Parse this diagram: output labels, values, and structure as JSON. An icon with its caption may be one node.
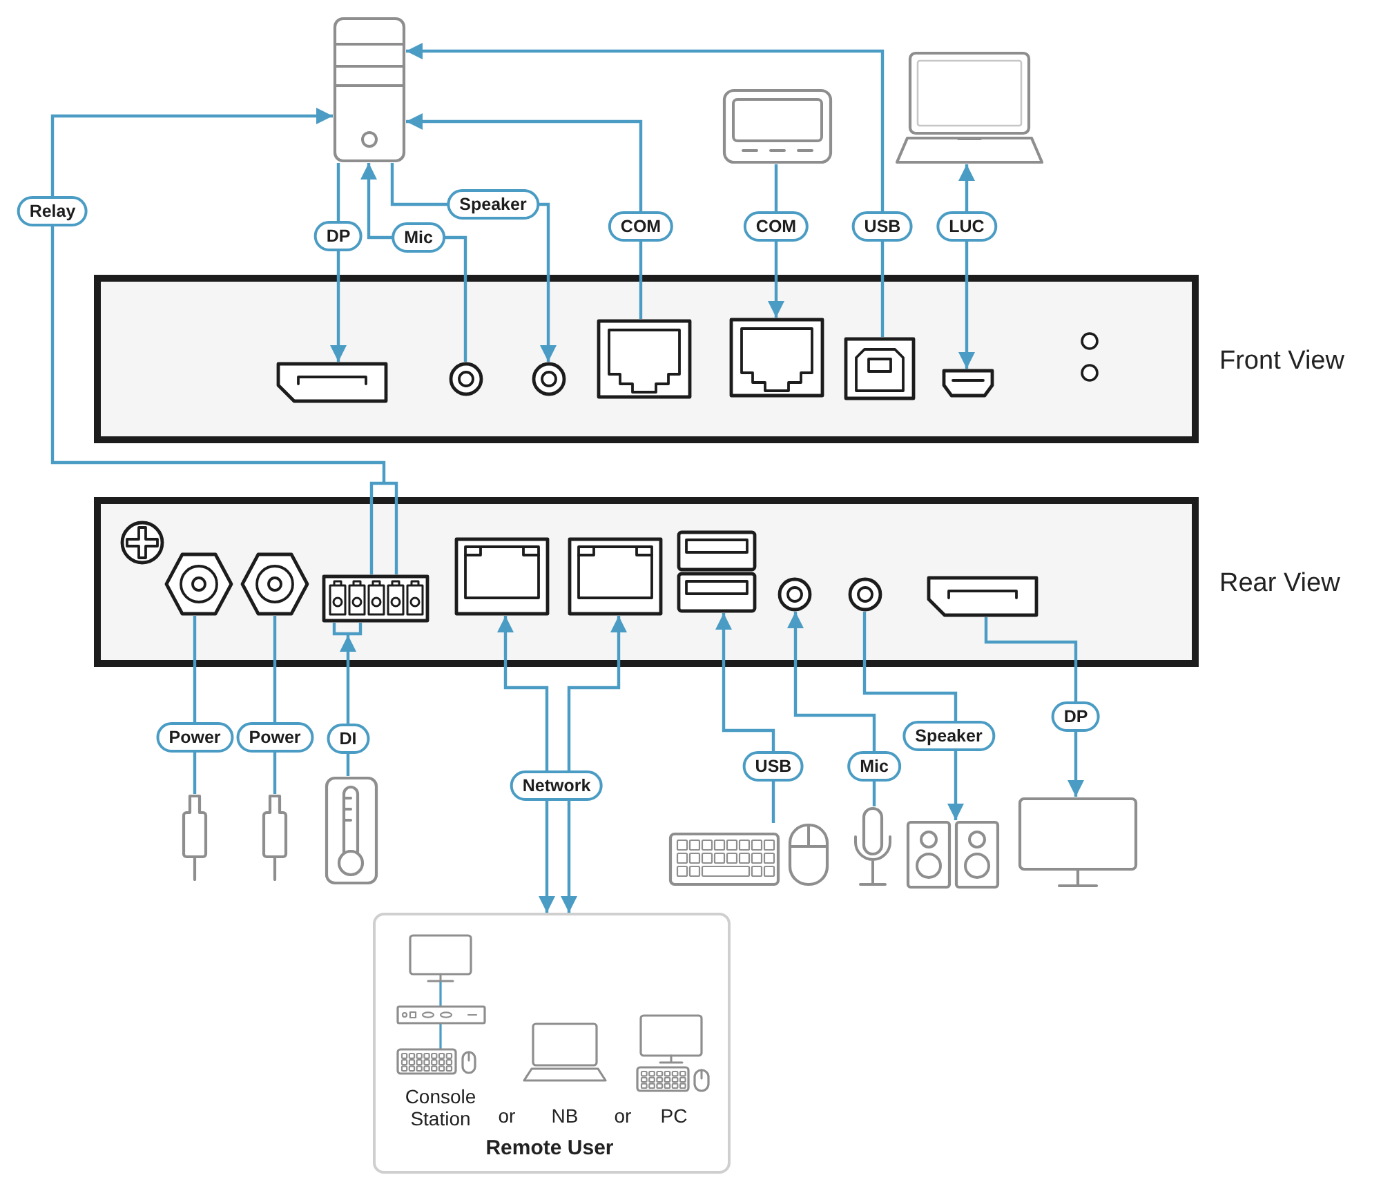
{
  "diagram": {
    "nodes": [
      {
        "text": [],
        "shape": "picture"
      },
      {
        "text": [],
        "shape": "picture"
      },
      {
        "text": [],
        "shape": "picture"
      },
      {
        "text": [
          "Front View"
        ]
      },
      {
        "text": [],
        "shape": "picture",
        "in": 3
      },
      {
        "text": [],
        "shape": "picture",
        "in": 3
      },
      {
        "text": [],
        "shape": "picture",
        "in": 3
      },
      {
        "text": [],
        "shape": "picture",
        "in": 3
      },
      {
        "text": [],
        "shape": "picture",
        "in": 3
      },
      {
        "text": [],
        "shape": "picture",
        "in": 3
      },
      {
        "text": [],
        "shape": "picture",
        "in": 3
      },
      {
        "text": [
          "Rear View"
        ]
      },
      {
        "text": [],
        "shape": "picture",
        "in": 11
      },
      {
        "text": [],
        "shape": "picture",
        "in": 11
      },
      {
        "text": [],
        "shape": "picture",
        "in": 11
      },
      {
        "text": [],
        "shape": "picture",
        "in": 11
      },
      {
        "text": [],
        "shape": "picture",
        "in": 11
      },
      {
        "text": [],
        "shape": "picture",
        "in": 11
      },
      {
        "text": [],
        "shape": "picture",
        "in": 11
      },
      {
        "text": [],
        "shape": "picture",
        "in": 11
      },
      {
        "text": [],
        "shape": "picture",
        "in": 11
      },
      {
        "text": [],
        "shape": "picture"
      },
      {
        "text": [],
        "shape": "picture"
      },
      {
        "text": [],
        "shape": "picture"
      },
      {
        "text": [],
        "shape": "picture"
      },
      {
        "text": [],
        "shape": "picture"
      },
      {
        "text": [],
        "shape": "picture"
      },
      {
        "text": [],
        "shape": "picture"
      },
      {
        "text": [
          "Remote User"
        ]
      },
      {
        "text": [
          "Console Station"
        ],
        "in": 28
      },
      {
        "text": [
          "NB"
        ],
        "in": 28
      },
      {
        "text": [
          "PC"
        ],
        "in": 28
      }
    ],
    "edges": [
      {
        "from": 0,
        "to": 4,
        "arrow": "to",
        "label": "DP"
      },
      {
        "from": 5,
        "to": 0,
        "arrow": "to",
        "label": "Mic"
      },
      {
        "from": 0,
        "to": 6,
        "arrow": "to",
        "label": "Speaker"
      },
      {
        "from": 7,
        "to": 0,
        "arrow": "to",
        "label": "COM"
      },
      {
        "from": 1,
        "to": 8,
        "arrow": "to",
        "label": "COM"
      },
      {
        "from": 9,
        "to": 0,
        "arrow": "to",
        "label": "USB"
      },
      {
        "from": 2,
        "to": 10,
        "arrow": "both",
        "label": "LUC"
      },
      {
        "from": 14,
        "to": 0,
        "arrow": "to",
        "label": "Relay"
      },
      {
        "from": 21,
        "to": 12,
        "arrow": "none",
        "label": "Power"
      },
      {
        "from": 22,
        "to": 13,
        "arrow": "none",
        "label": "Power"
      },
      {
        "from": 23,
        "to": 14,
        "arrow": "to",
        "label": "DI"
      },
      {
        "from": 28,
        "to": 15,
        "arrow": "both",
        "label": "Network"
      },
      {
        "from": 28,
        "to": 16,
        "arrow": "both"
      },
      {
        "from": 24,
        "to": 17,
        "arrow": "to",
        "label": "USB"
      },
      {
        "from": 25,
        "to": 18,
        "arrow": "to",
        "label": "Mic"
      },
      {
        "from": 19,
        "to": 26,
        "arrow": "to",
        "label": "Speaker"
      },
      {
        "from": 20,
        "to": 27,
        "arrow": "to",
        "label": "DP"
      }
    ],
    "labels": [
      "or",
      "or"
    ]
  }
}
